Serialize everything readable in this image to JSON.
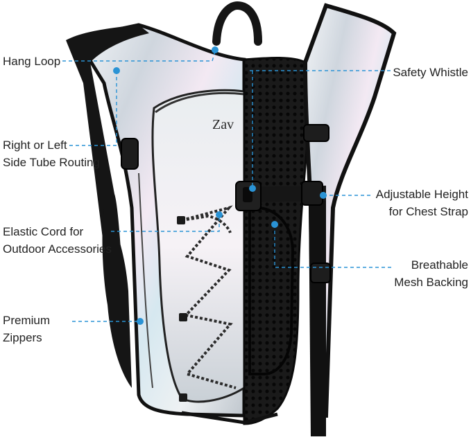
{
  "image": {
    "brand_logo_text": "Zav"
  },
  "callouts": {
    "hang_loop": [
      "Hang Loop"
    ],
    "safety_whistle": [
      "Safety Whistle"
    ],
    "tube_routing": [
      "Right or Left",
      "Side Tube Routing"
    ],
    "adjustable_height": [
      "Adjustable Height",
      "for Chest Strap"
    ],
    "elastic_cord": [
      "Elastic Cord for",
      "Outdoor Accessories"
    ],
    "mesh_backing": [
      "Breathable",
      "Mesh Backing"
    ],
    "premium_zippers": [
      "Premium",
      "Zippers"
    ]
  },
  "colors": {
    "callout_line": "#2a93d5",
    "callout_dot": "#2a93d5",
    "backpack_black": "#141414",
    "silver": "#d9dde2"
  }
}
